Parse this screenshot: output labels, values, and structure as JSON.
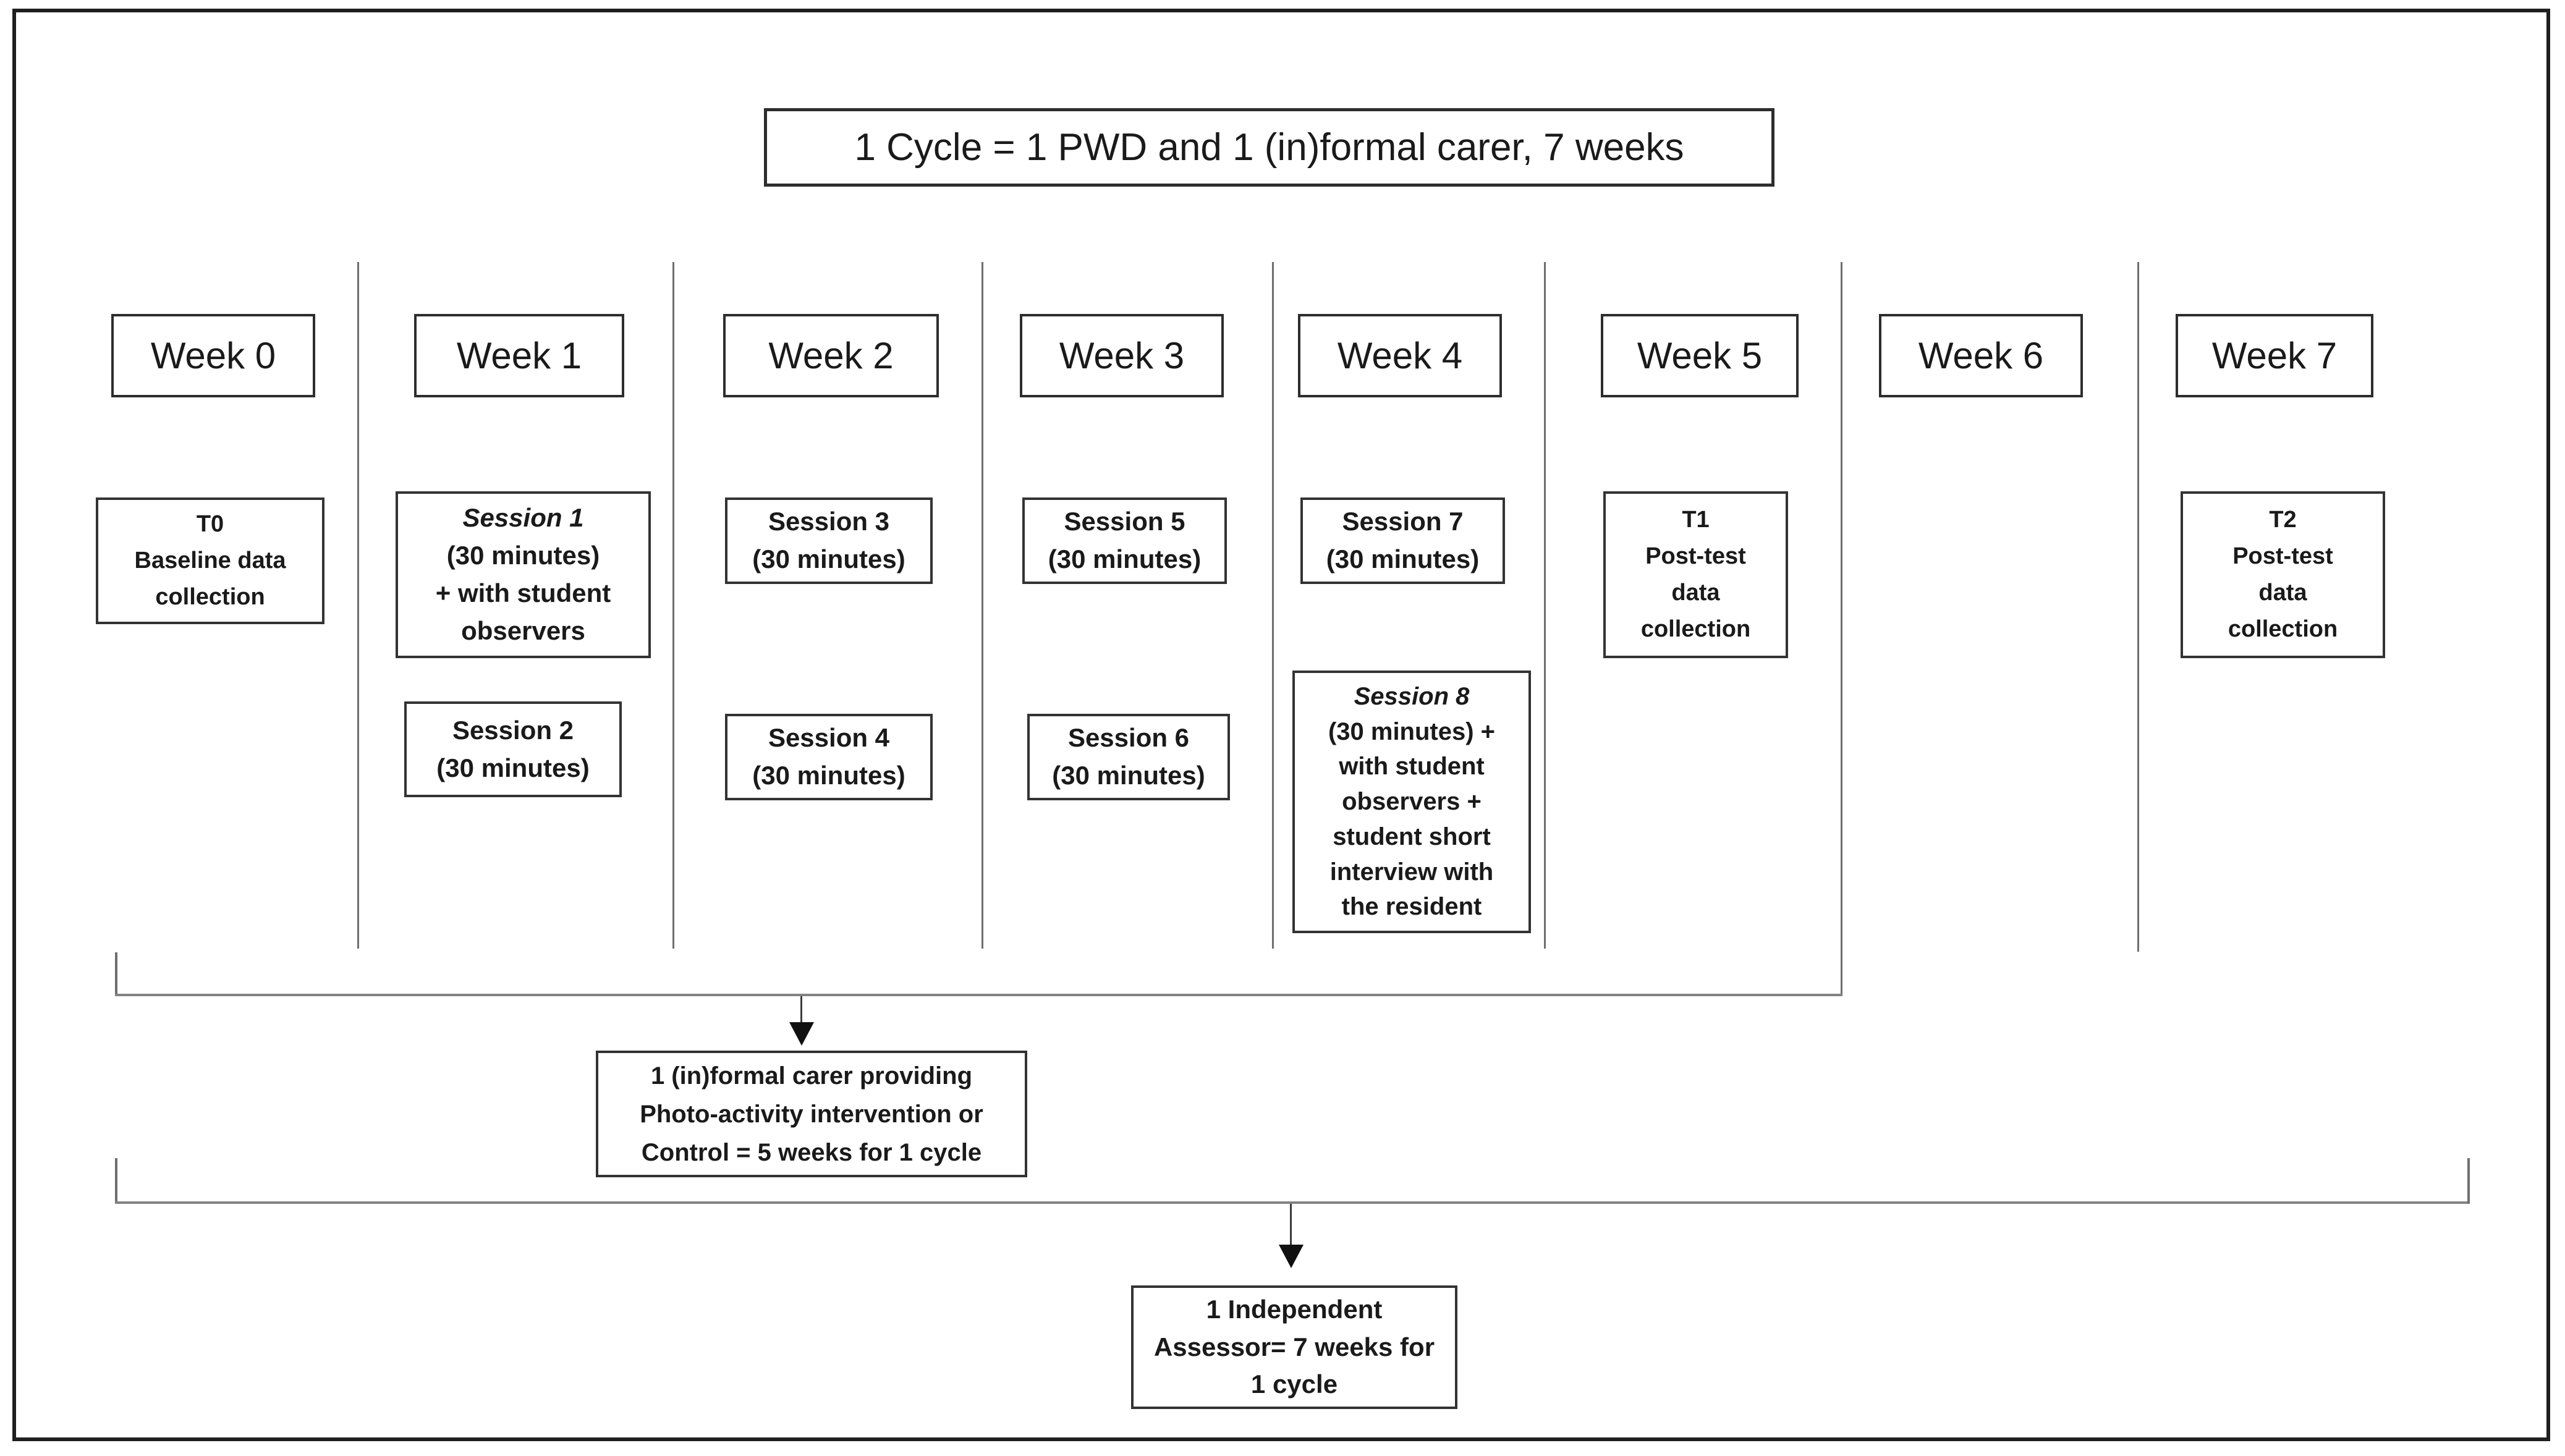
{
  "title": "1 Cycle = 1 PWD and 1 (in)formal carer, 7 weeks",
  "weeks": [
    {
      "label": "Week 0"
    },
    {
      "label": "Week 1"
    },
    {
      "label": "Week 2"
    },
    {
      "label": "Week 3"
    },
    {
      "label": "Week 4"
    },
    {
      "label": "Week 5"
    },
    {
      "label": "Week 6"
    },
    {
      "label": "Week 7"
    }
  ],
  "boxes": {
    "t0": {
      "lines": "T0\nBaseline data\ncollection"
    },
    "session1": {
      "name": "Session 1",
      "details": "(30 minutes)\n+ with student\nobservers"
    },
    "session2": {
      "lines": "Session 2\n(30 minutes)"
    },
    "session3": {
      "lines": "Session 3\n(30 minutes)"
    },
    "session4": {
      "lines": "Session 4\n(30 minutes)"
    },
    "session5": {
      "lines": "Session 5\n(30 minutes)"
    },
    "session6": {
      "lines": "Session 6\n(30 minutes)"
    },
    "session7": {
      "lines": "Session 7\n(30 minutes)"
    },
    "session8": {
      "name": "Session 8",
      "details": "(30 minutes) +\nwith student\nobservers +\nstudent short\ninterview with\nthe resident"
    },
    "t1": {
      "lines": "T1\nPost-test\ndata\ncollection"
    },
    "t2": {
      "lines": "T2\nPost-test\ndata\ncollection"
    },
    "carer": {
      "lines": "1 (in)formal carer providing\nPhoto-activity intervention or\nControl  = 5 weeks for 1 cycle"
    },
    "assessor": {
      "lines": "1 Independent\nAssessor= 7 weeks for\n1 cycle"
    }
  },
  "colors": {
    "border_dark": "#1f1f1f",
    "box_border": "#333333",
    "bracket_gray": "#828282",
    "text": "#1a1a1a"
  }
}
